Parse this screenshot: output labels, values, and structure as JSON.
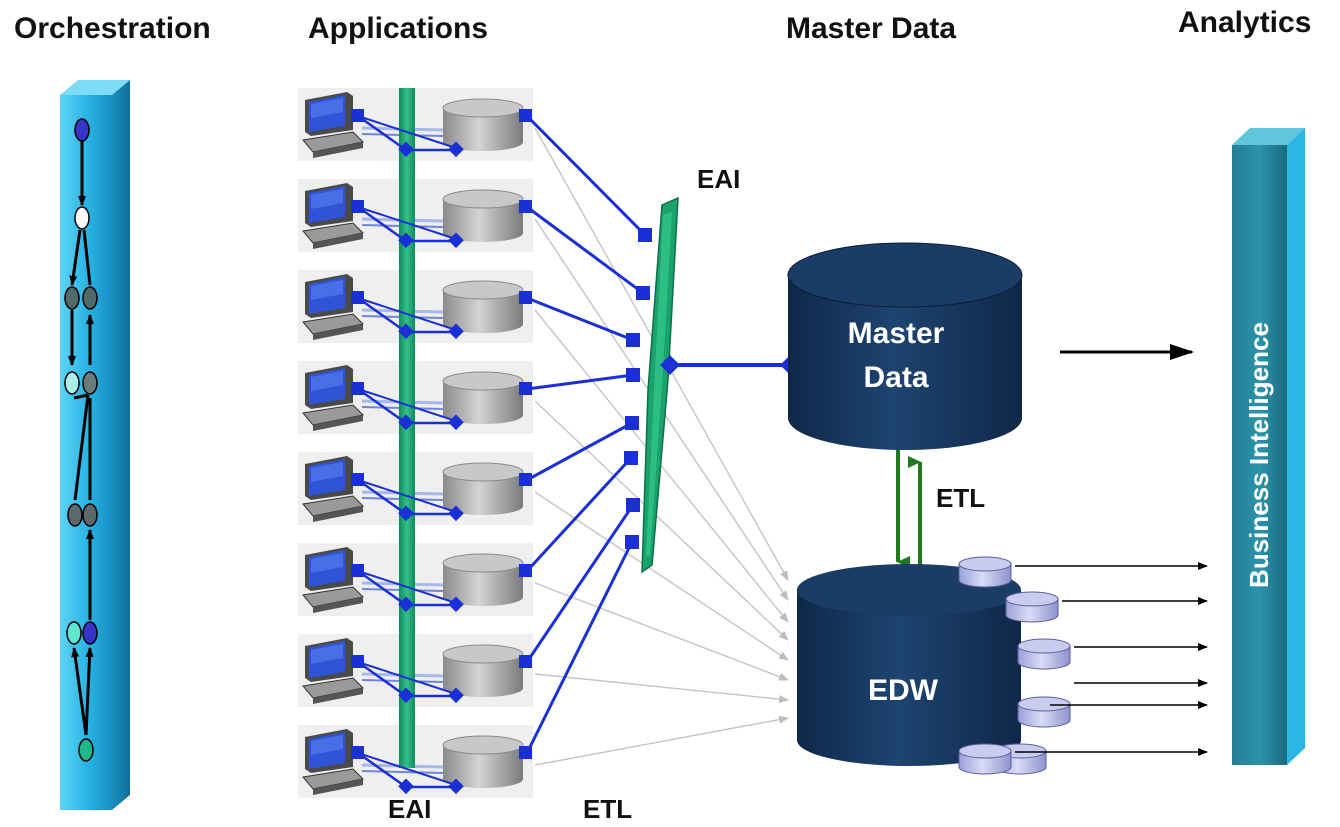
{
  "headers": {
    "orchestration": "Orchestration",
    "applications": "Applications",
    "master_data": "Master Data",
    "analytics": "Analytics"
  },
  "labels": {
    "eai_top": "EAI",
    "etl_middle": "ETL",
    "eai_bottom": "EAI",
    "etl_bottom": "ETL"
  },
  "stores": {
    "master_data_line1": "Master",
    "master_data_line2": "Data",
    "edw": "EDW"
  },
  "analytics_bar": {
    "label": "Business Intelligence"
  },
  "application_count": 8,
  "data_mart_count": 6,
  "colors": {
    "connector_blue": "#1a2fd6",
    "bus_green": "#1aa36c",
    "etl_arrow_green": "#1f7a1f",
    "cylinder_navy": "#16335a",
    "bar_cyan": "#2bb6e6",
    "bi_teal": "#1f7f95",
    "mart_lilac": "#b8bce6"
  },
  "icons": [
    "computer-icon",
    "database-icon",
    "diamond-connector-icon",
    "square-connector-icon",
    "arrow-icon"
  ]
}
